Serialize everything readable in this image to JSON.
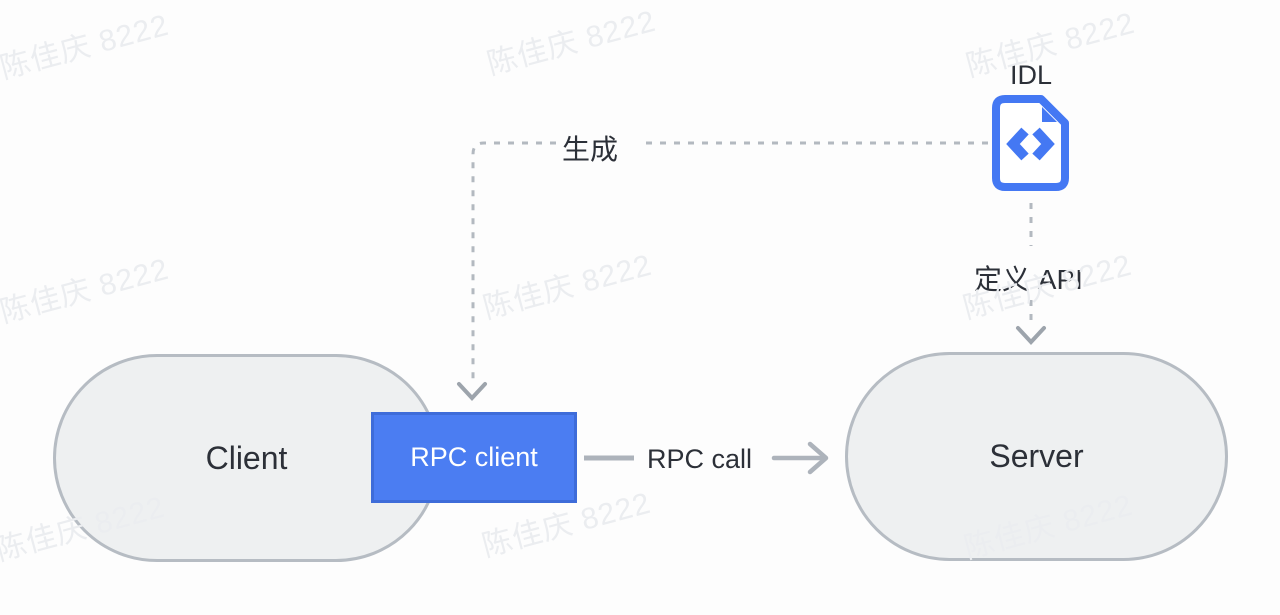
{
  "watermark": {
    "text": "陈佳庆 8222"
  },
  "nodes": {
    "client": {
      "label": "Client"
    },
    "rpc_client": {
      "label": "RPC client"
    },
    "server": {
      "label": "Server"
    },
    "idl": {
      "label": "IDL",
      "icon": "code-file-icon"
    }
  },
  "edges": {
    "generate": {
      "label": "生成",
      "style": "dashed",
      "from": "idl",
      "to": "rpc_client"
    },
    "define_api": {
      "label": "定义 API",
      "style": "dashed",
      "from": "idl",
      "to": "server"
    },
    "rpc_call": {
      "label": "RPC call",
      "style": "solid",
      "from": "rpc_client",
      "to": "server"
    }
  },
  "colors": {
    "bg": "#fdfdfd",
    "accent": "#4b7df2",
    "accent-border": "#3e6cd9",
    "icon-blue": "#4478f3",
    "node-fill": "#eef0f1",
    "node-border": "#b6bcc3",
    "line-dash": "#b3b9c0",
    "line-solid": "#adb3bb",
    "arrowhead": "#9da4ac",
    "text-dark": "#2c3038",
    "watermark": "#ebedf0"
  }
}
